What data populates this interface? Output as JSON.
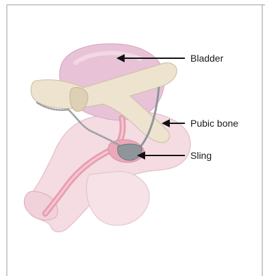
{
  "labels": {
    "bladder": "Bladder",
    "pubic_bone": "Pubic bone",
    "sling": "Sling"
  },
  "colors": {
    "bladder": "#e8c2d6",
    "body_tissue": "#f4dce2",
    "urethra": "#e79fb1",
    "pubic_bone": "#ede3cf",
    "pubic_bone_outline": "#cfc3ab",
    "sling": "#8e959b",
    "sling_dark": "#6e757c",
    "arrows": "#111111"
  },
  "icons": {
    "pointer": "arrow-left-icon"
  }
}
